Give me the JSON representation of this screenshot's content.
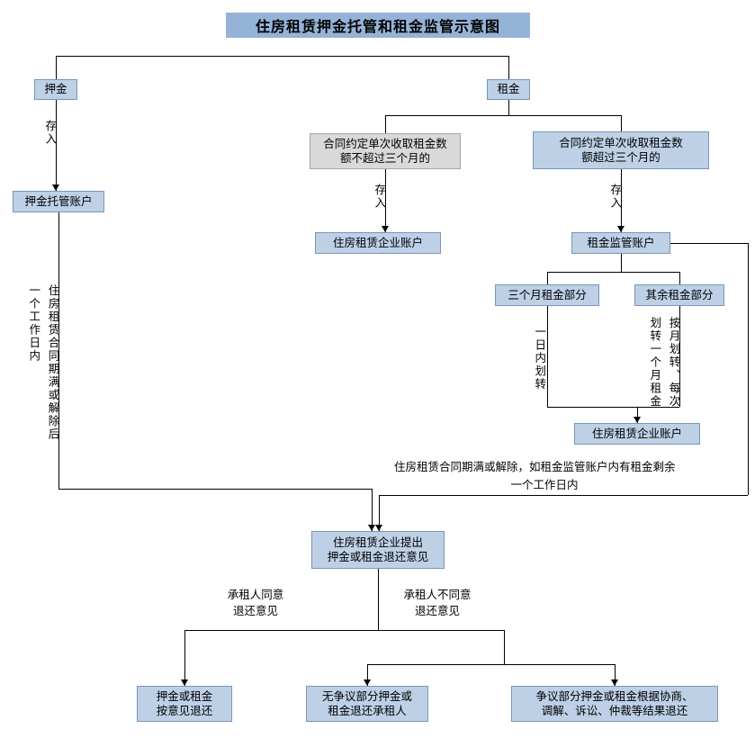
{
  "title": "住房租赁押金托管和租金监管示意图",
  "colors": {
    "title_fill": "#95b3d7",
    "box_fill": "#bdd0e6",
    "box_border": "#7a95b8",
    "gray_fill": "#d9d9d9",
    "gray_border": "#a6a6a6",
    "line": "#000000"
  },
  "nodes": {
    "deposit": "押金",
    "rent": "租金",
    "rent_within_3m": "合同约定单次收取租金数\n额不超过三个月的",
    "rent_over_3m": "合同约定单次收取租金数\n额超过三个月的",
    "deposit_custody_account": "押金托管账户",
    "enterprise_account_1": "住房租赁企业账户",
    "rent_supervision_account": "租金监管账户",
    "three_month_rent": "三个月租金部分",
    "remaining_rent": "其余租金部分",
    "enterprise_account_2": "住房租赁企业账户",
    "refund_proposal": "住房租赁企业提出\n押金或租金退还意见",
    "refund_as_agreed": "押金或租金\n按意见退还",
    "undisputed_refund": "无争议部分押金或\n租金退还承租人",
    "disputed_refund": "争议部分押金或租金根据协商、\n调解、诉讼、仲裁等结果退还"
  },
  "labels": {
    "deposit_in_left": "存入",
    "deposit_in_mid": "存入",
    "deposit_in_right": "存入",
    "contract_end_left": "住房租赁合同期满或解除后\n一个工作日内",
    "transfer_one_day": "一日内划转",
    "transfer_monthly": "按月划转、每次\n划转一个月租金",
    "contract_end_remaining": "住房租赁合同期满或解除，如租金监管账户内有租金剩余",
    "one_workday": "一个工作日内",
    "tenant_agree": "承租人同意\n退还意见",
    "tenant_disagree": "承租人不同意\n退还意见"
  }
}
